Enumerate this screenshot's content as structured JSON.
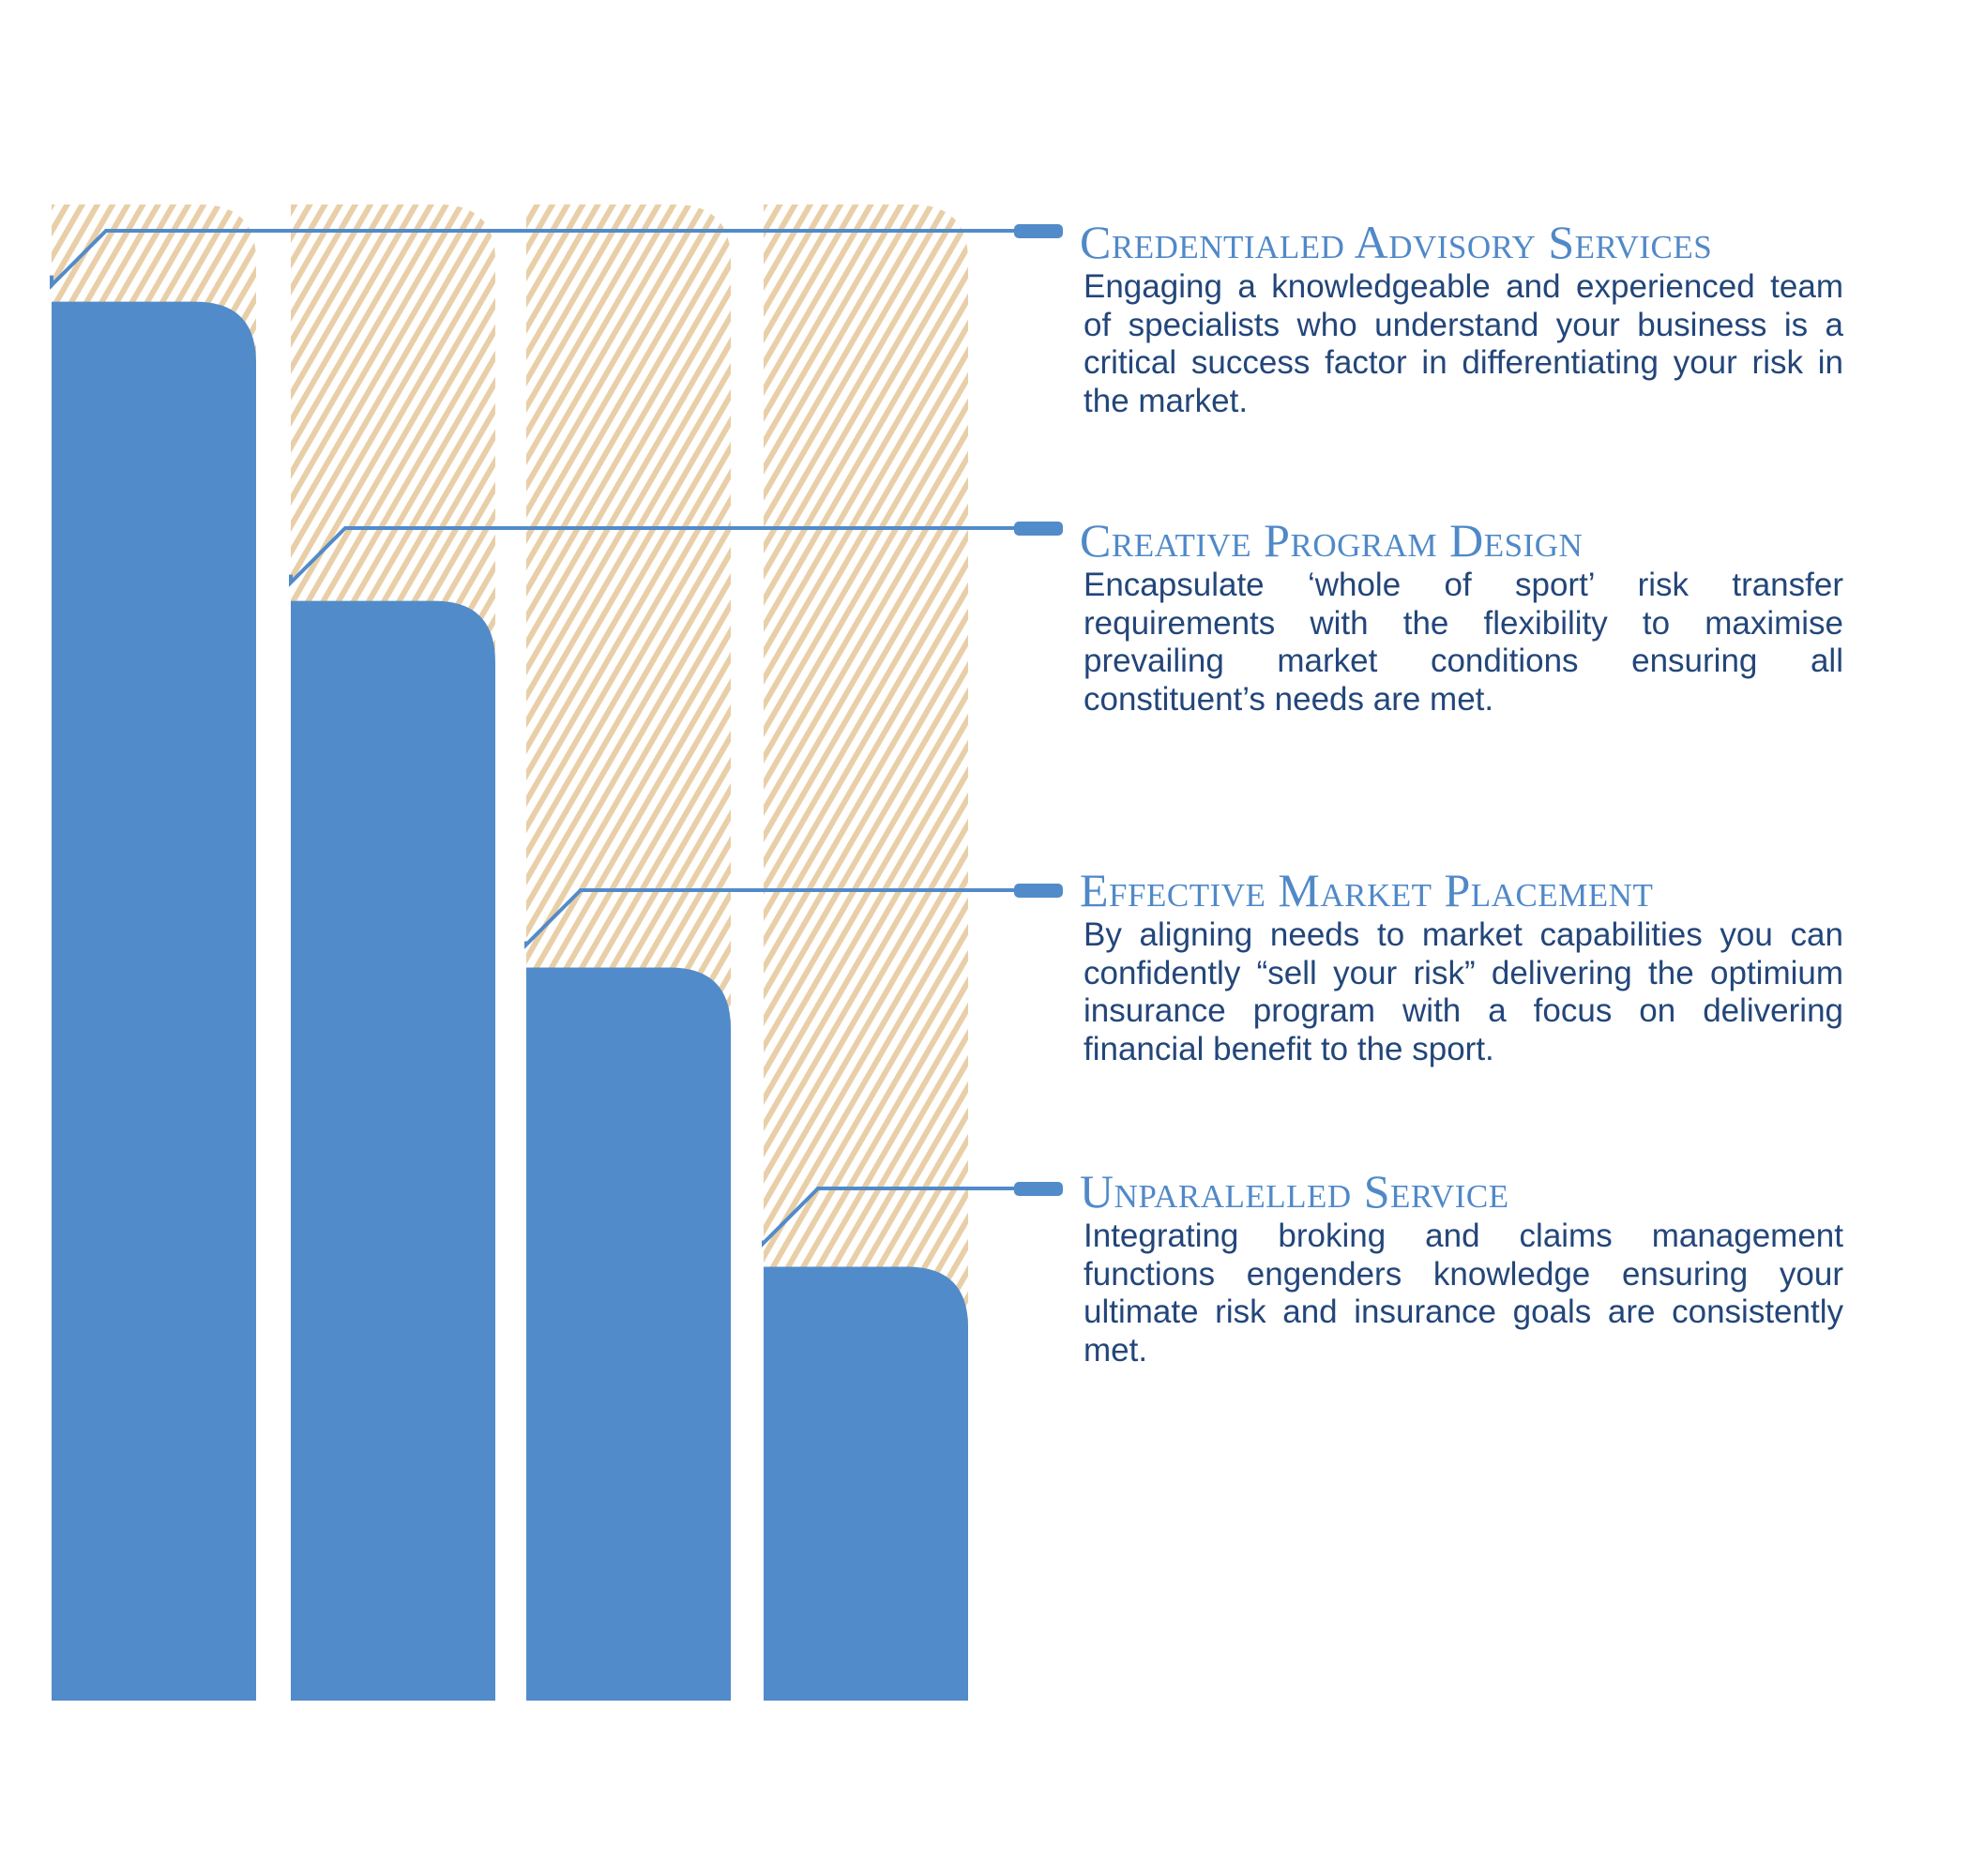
{
  "colors": {
    "bar": "#528bc9",
    "hatch": "#e8cfa8",
    "heading": "#5089c8",
    "body": "#23467a"
  },
  "bars": [
    {
      "level": 0.935
    },
    {
      "level": 0.735
    },
    {
      "level": 0.49
    },
    {
      "level": 0.29
    }
  ],
  "items": [
    {
      "title": "Credentialed Advisory Services",
      "text": "Engaging a knowledgeable and experienced team of specialists who understand your business is a critical success factor in differentiating your risk in the market."
    },
    {
      "title": "Creative Program Design",
      "text": "Encapsulate ‘whole of sport’ risk transfer requirements with the flexibility to maximise prevailing market conditions ensuring all constituent’s needs are met."
    },
    {
      "title": "Effective Market Placement",
      "text": "By aligning needs to market capabilities you can confidently “sell your risk” delivering the optimium insurance program with a focus on delivering financial benefit to the sport."
    },
    {
      "title": "Unparalelled Service",
      "text": "Integrating broking and claims management functions engenders knowledge ensuring your ultimate risk and insurance goals are consistently met."
    }
  ]
}
